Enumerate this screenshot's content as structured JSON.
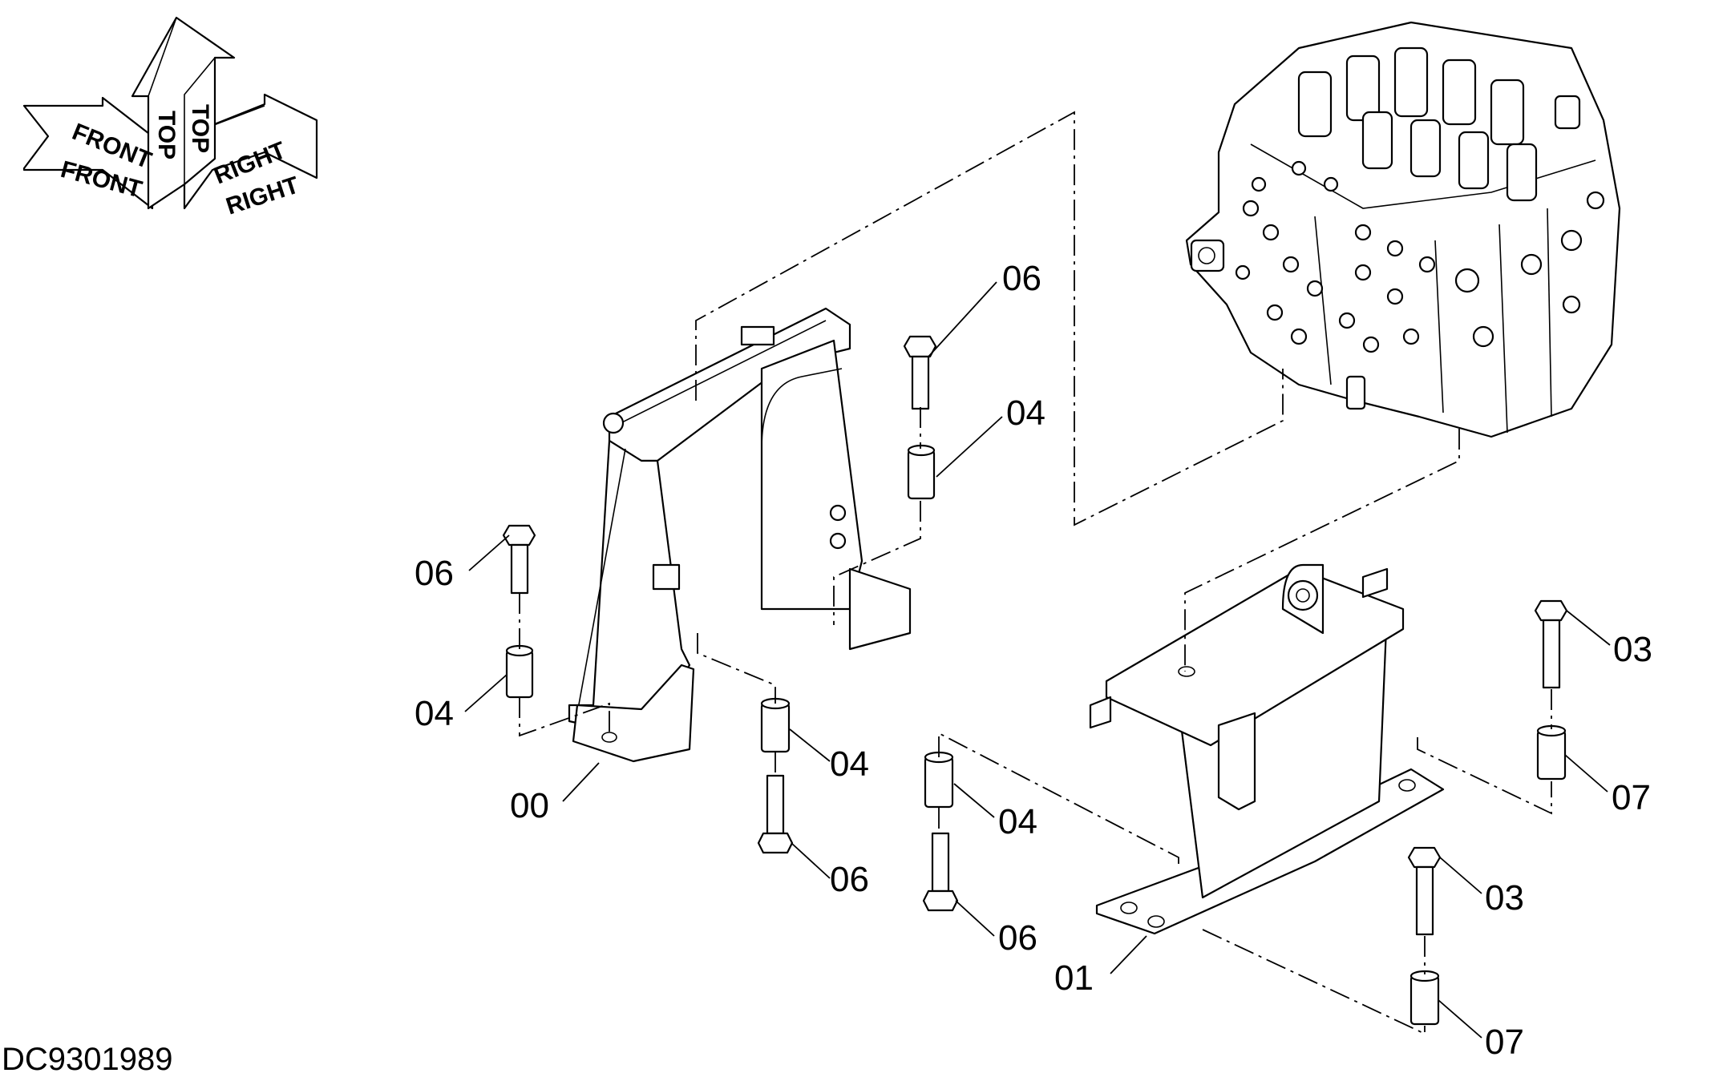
{
  "orientation": {
    "front_label": "FRONT",
    "top_label": "TOP",
    "right_label": "RIGHT"
  },
  "callouts": {
    "c00": "00",
    "c01": "01",
    "c03a": "03",
    "c03b": "03",
    "c04a": "04",
    "c04b": "04",
    "c04c": "04",
    "c04d": "04",
    "c06a": "06",
    "c06b": "06",
    "c06c": "06",
    "c06d": "06",
    "c07a": "07",
    "c07b": "07"
  },
  "drawing_code": "DC9301989"
}
